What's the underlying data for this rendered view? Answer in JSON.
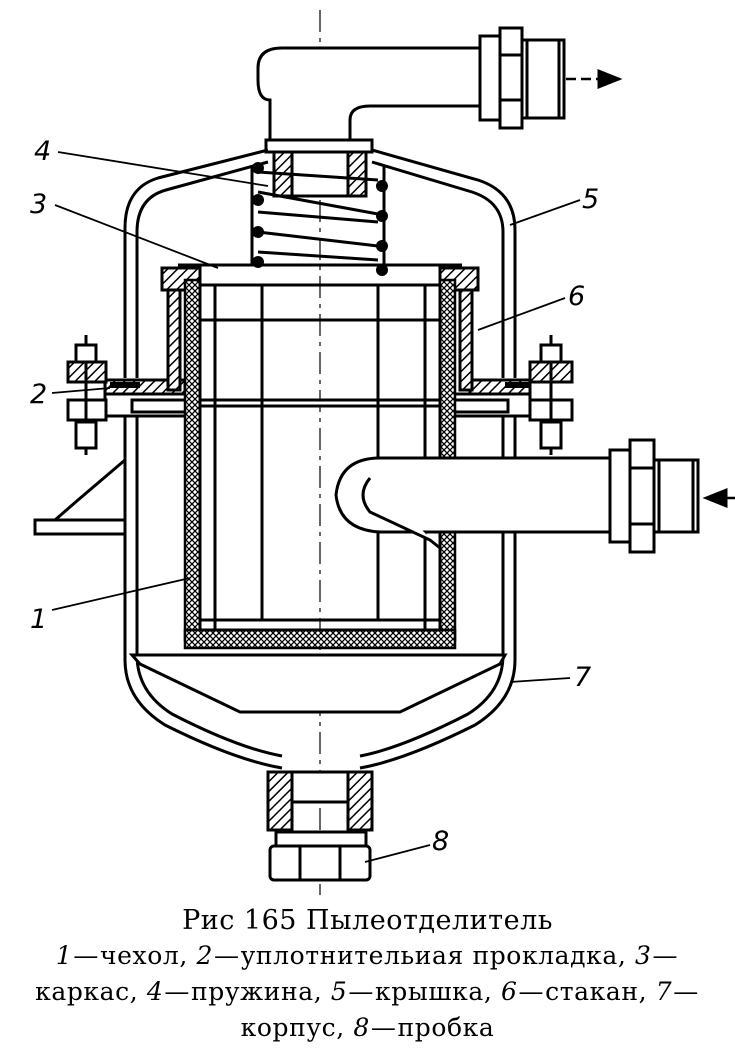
{
  "figure": {
    "callouts": [
      {
        "id": "label-1",
        "text": "1"
      },
      {
        "id": "label-2",
        "text": "2"
      },
      {
        "id": "label-3",
        "text": "3"
      },
      {
        "id": "label-4",
        "text": "4"
      },
      {
        "id": "label-5",
        "text": "5"
      },
      {
        "id": "label-6",
        "text": "6"
      },
      {
        "id": "label-7",
        "text": "7"
      },
      {
        "id": "label-8",
        "text": "8"
      }
    ]
  },
  "caption": {
    "title": "Рис 165 Пылеотделитель",
    "items": [
      {
        "num": "1",
        "sep": "—",
        "text": "чехол,"
      },
      {
        "num": "2",
        "sep": "—",
        "text": "уплотнительиая прокладка,"
      },
      {
        "num": "3",
        "sep": "—",
        "text": "каркас,"
      },
      {
        "num": "4",
        "sep": "—",
        "text": "пружина,"
      },
      {
        "num": "5",
        "sep": "—",
        "text": "крышка,"
      },
      {
        "num": "6",
        "sep": "—",
        "text": "стакан,"
      },
      {
        "num": "7",
        "sep": "—",
        "text": "корпус,"
      },
      {
        "num": "8",
        "sep": "—",
        "text": "пробка"
      }
    ]
  }
}
